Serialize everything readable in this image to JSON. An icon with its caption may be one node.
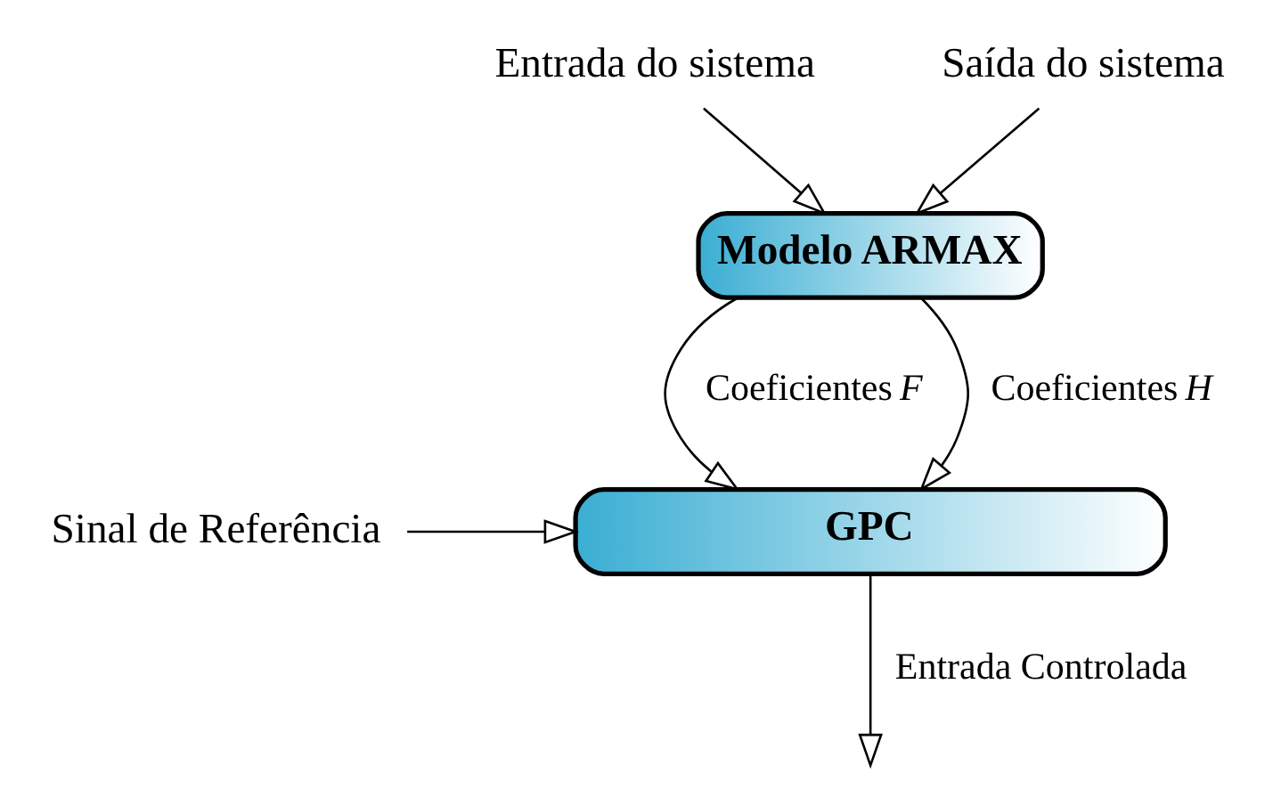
{
  "diagram": {
    "nodes": [
      {
        "text": [
          "Entrada do sistema"
        ]
      },
      {
        "text": [
          "Saída do sistema"
        ]
      },
      {
        "text": [
          "Modelo ARMAX"
        ]
      },
      {
        "text": [
          "GPC"
        ]
      },
      {
        "text": [
          "Sinal de Referência"
        ]
      }
    ],
    "edges": [
      {
        "from": 0,
        "to": 2,
        "arrow": "to"
      },
      {
        "from": 1,
        "to": 2,
        "arrow": "to"
      },
      {
        "from": 2,
        "to": 3,
        "arrow": "to",
        "label": "Coeficientes *F*"
      },
      {
        "from": 2,
        "to": 3,
        "arrow": "to",
        "label": "Coeficientes *H*"
      },
      {
        "from": 4,
        "to": 3,
        "arrow": "to"
      },
      {
        "from": 3,
        "to": null,
        "arrow": "to",
        "label": "Entrada Controlada"
      }
    ]
  }
}
